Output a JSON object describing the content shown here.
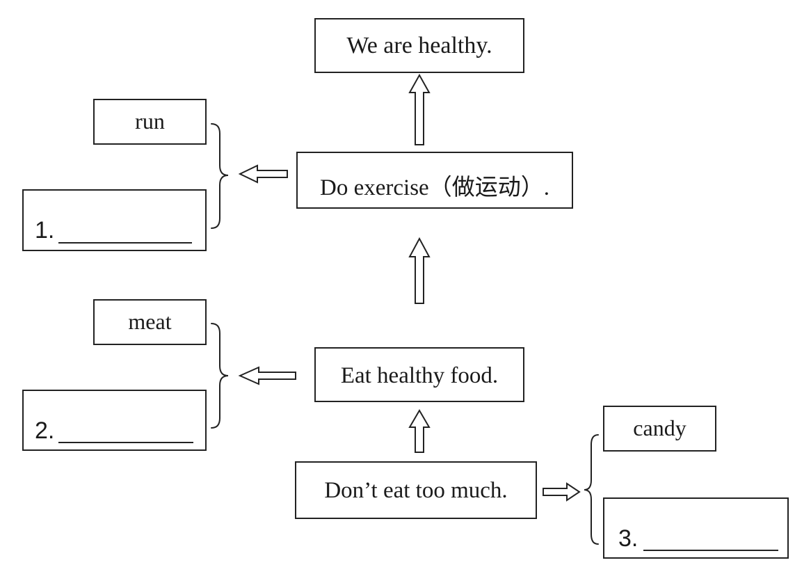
{
  "top_box": {
    "text": "We are healthy."
  },
  "exercise_box": {
    "text": "Do exercise（做运动）."
  },
  "food_box": {
    "text": "Eat healthy food."
  },
  "dont_box": {
    "text": "Don’t eat too much."
  },
  "exercise_examples": {
    "given": "run",
    "blank_number": "1."
  },
  "food_examples": {
    "given": "meat",
    "blank_number": "2."
  },
  "dont_examples": {
    "given": "candy",
    "blank_number": "3."
  },
  "colors": {
    "ink": "#222222",
    "background": "#ffffff"
  }
}
